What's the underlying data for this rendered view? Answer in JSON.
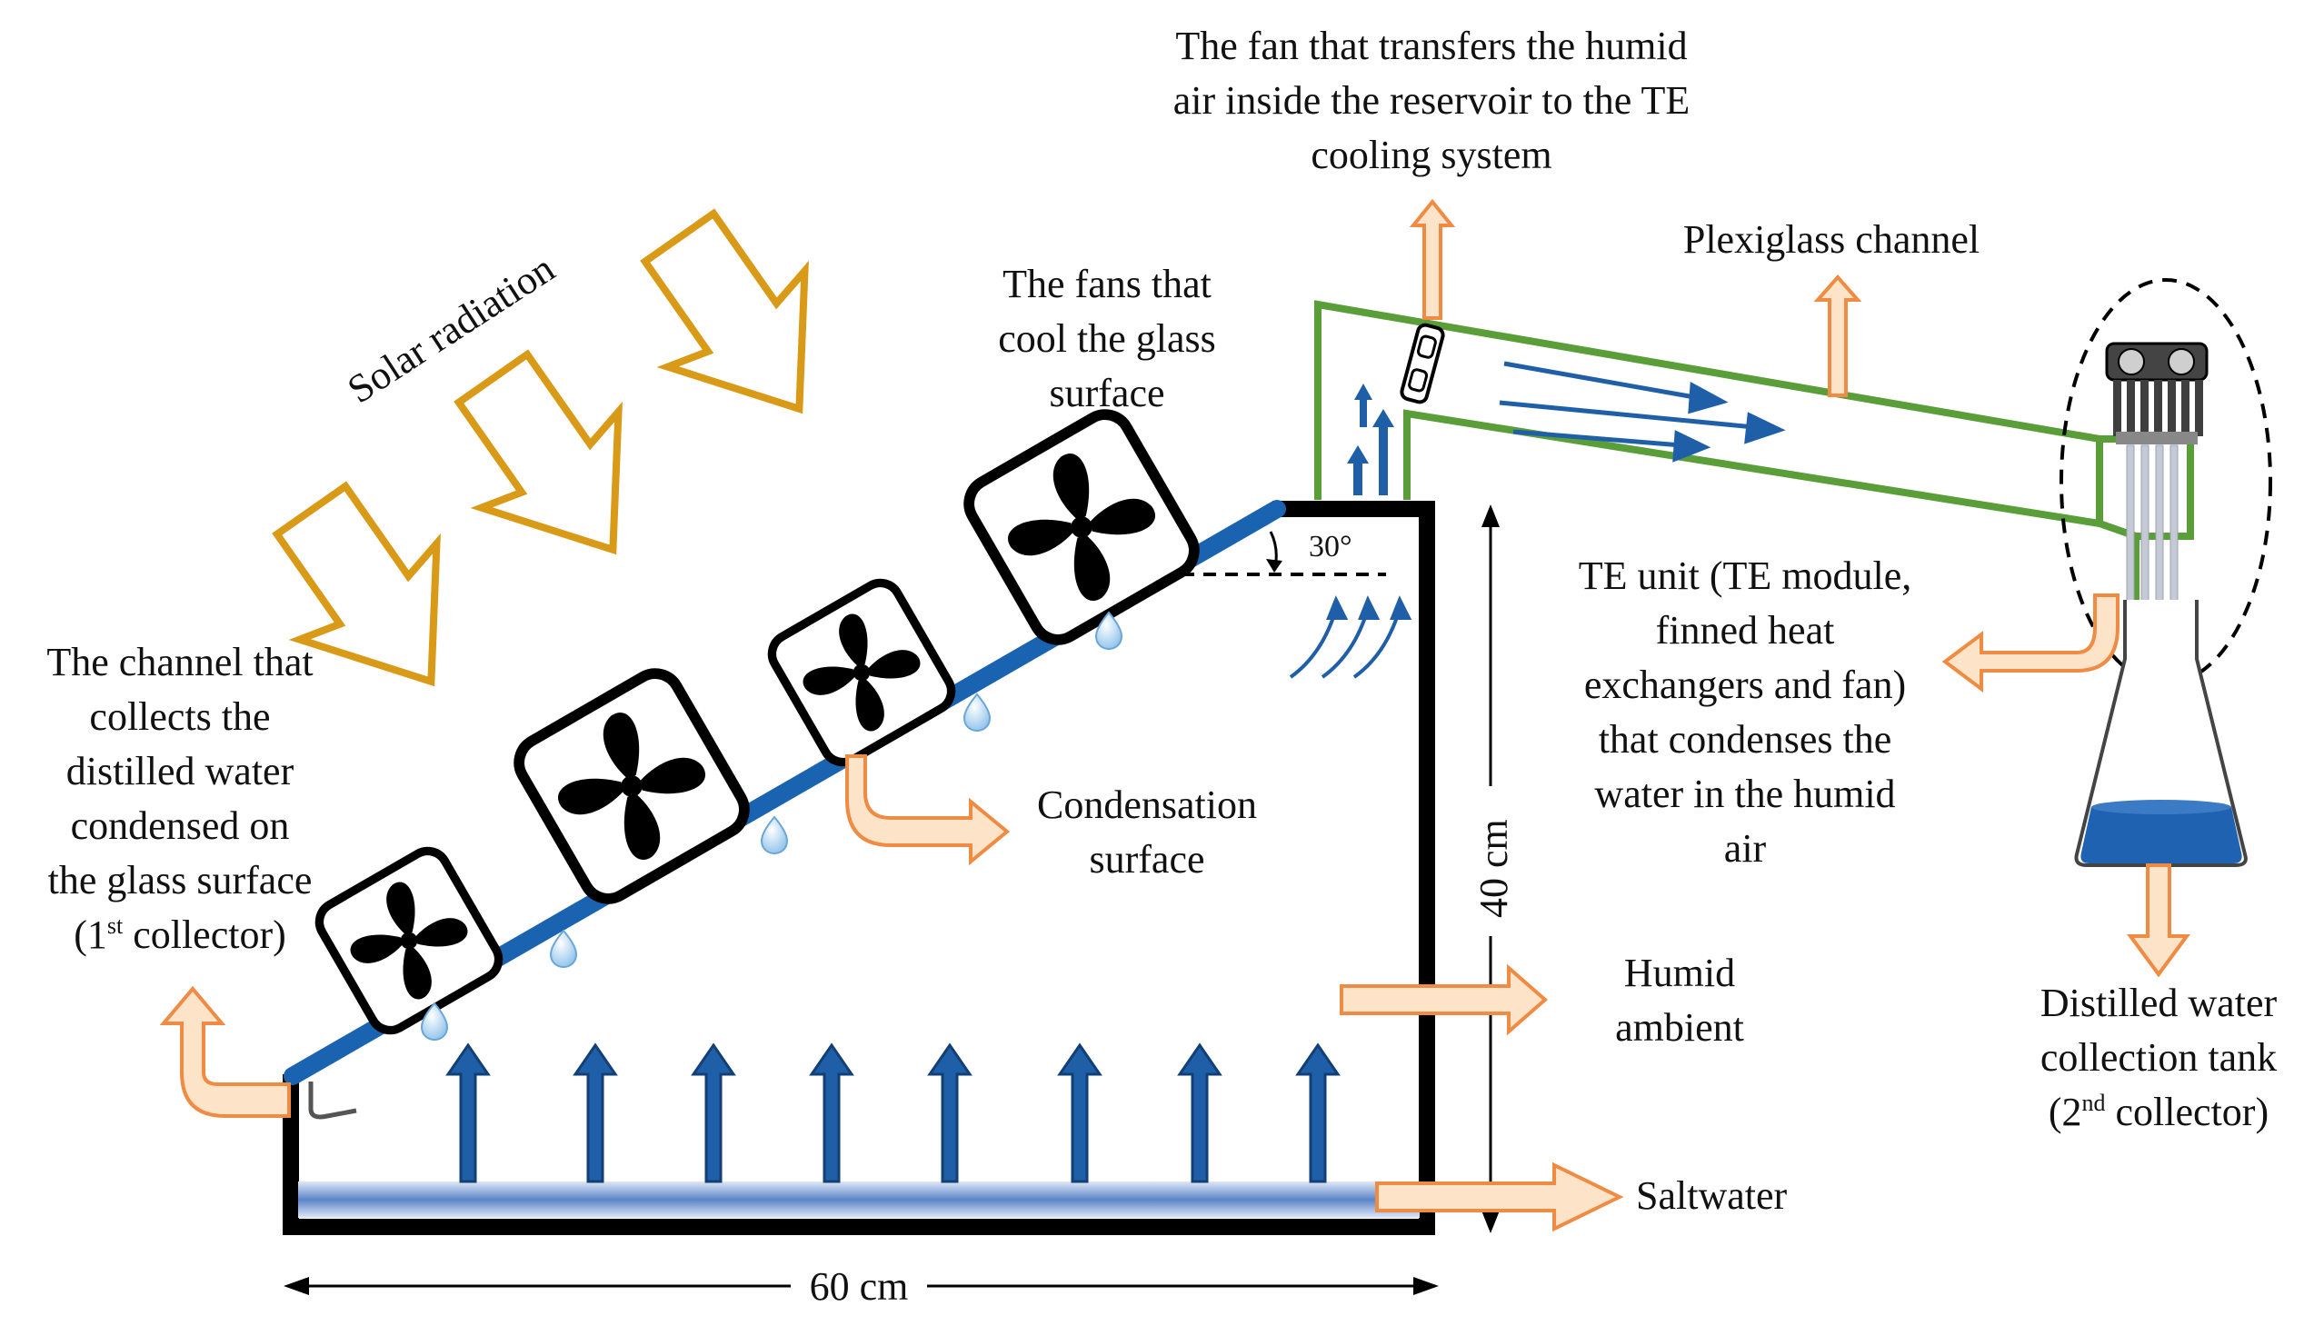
{
  "labels": {
    "fan_transfer": [
      "The fan that transfers the humid",
      "air inside the reservoir to the TE",
      "cooling system"
    ],
    "plexiglass": "Plexiglass channel",
    "solar": "Solar radiation",
    "fans_cool": [
      "The fans that",
      "cool the glass",
      "surface"
    ],
    "channel_collect": {
      "lines": [
        "The channel that",
        "collects the",
        "distilled water",
        "condensed on",
        "the glass surface"
      ],
      "last_pre": "(1",
      "last_sup": "st",
      "last_post": " collector)"
    },
    "condensation": [
      "Condensation",
      "surface"
    ],
    "te_unit": [
      "TE unit (TE module,",
      "finned heat",
      "exchangers and fan)",
      "that condenses the",
      "water in the humid",
      "air"
    ],
    "humid_ambient": [
      "Humid",
      "ambient"
    ],
    "saltwater": "Saltwater",
    "distilled_tank": {
      "lines": [
        "Distilled water",
        "collection tank"
      ],
      "last_pre": "(2",
      "last_sup": "nd",
      "last_post": " collector)"
    },
    "angle": "30°",
    "height": "40 cm",
    "width": "60 cm"
  },
  "colors": {
    "glass_blue": "#1a63b0",
    "air_arrow_blue": "#1f5fa8",
    "plexiglass_green": "#5a9e3a",
    "solar_orange": "#d99a17",
    "callout_orange": "#ef8b42",
    "callout_fill": "#fde3c8",
    "wall_black": "#000000"
  }
}
